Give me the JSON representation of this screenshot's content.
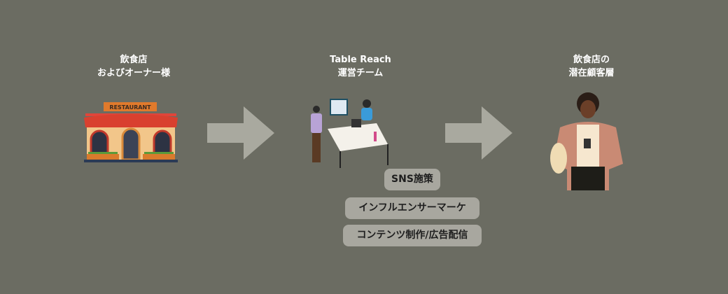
{
  "nodes": [
    {
      "line1": "飲食店",
      "line2": "およびオーナー様",
      "illustration": "restaurant-storefront",
      "sign": "RESTAURANT"
    },
    {
      "line1": "Table Reach",
      "line2": "運営チーム",
      "illustration": "team-at-desk"
    },
    {
      "line1": "飲食店の",
      "line2": "潜在顧客層",
      "illustration": "customer-with-phone"
    }
  ],
  "services": [
    "SNS施策",
    "インフルエンサーマーケ",
    "コンテンツ制作/広告配信"
  ],
  "colors": {
    "background": "#6b6c62",
    "arrow": "#a9a99f",
    "pill": "#a8a79f"
  }
}
